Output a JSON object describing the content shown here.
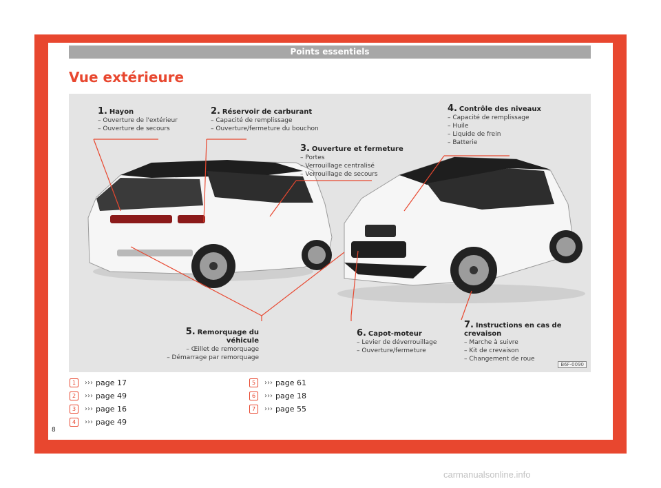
{
  "header": {
    "section_title": "Points essentiels"
  },
  "page_title": "Vue extérieure",
  "figure": {
    "code": "B6F-0090",
    "callouts": [
      {
        "num": "1.",
        "title": "Hayon",
        "items": [
          "– Ouverture de l'extérieur",
          "– Ouverture de secours"
        ]
      },
      {
        "num": "2.",
        "title": "Réservoir de carburant",
        "items": [
          "– Capacité de remplissage",
          "– Ouverture/fermeture du bouchon"
        ]
      },
      {
        "num": "3.",
        "title": "Ouverture et fermeture",
        "items": [
          "– Portes",
          "– Verrouillage centralisé",
          "– Verrouillage de secours"
        ]
      },
      {
        "num": "4.",
        "title": "Contrôle des niveaux",
        "items": [
          "– Capacité de remplissage",
          "– Huile",
          "– Liquide de frein",
          "– Batterie"
        ]
      },
      {
        "num": "5.",
        "title": "Remorquage du véhicule",
        "items": [
          "– Œillet de remorquage",
          "– Démarrage par remorquage"
        ]
      },
      {
        "num": "6.",
        "title": "Capot-moteur",
        "items": [
          "– Levier de déverrouillage",
          "– Ouverture/fermeture"
        ]
      },
      {
        "num": "7.",
        "title": "Instructions en cas de crevaison",
        "items": [
          "– Marche à suivre",
          "– Kit de crevaison",
          "– Changement de roue"
        ]
      }
    ]
  },
  "references": [
    {
      "badge": "1",
      "arrow": "›››",
      "text": "page 17"
    },
    {
      "badge": "2",
      "arrow": "›››",
      "text": "page 49"
    },
    {
      "badge": "3",
      "arrow": "›››",
      "text": "page 16"
    },
    {
      "badge": "4",
      "arrow": "›››",
      "text": "page 49"
    },
    {
      "badge": "5",
      "arrow": "›››",
      "text": "page 61"
    },
    {
      "badge": "6",
      "arrow": "›››",
      "text": "page 18"
    },
    {
      "badge": "7",
      "arrow": "›››",
      "text": "page 55"
    }
  ],
  "page_number": "8",
  "watermark": "carmanualsonline.info",
  "colors": {
    "accent": "#e8472f",
    "header_bar": "#a7a7a7",
    "figure_bg": "#e4e4e4"
  }
}
